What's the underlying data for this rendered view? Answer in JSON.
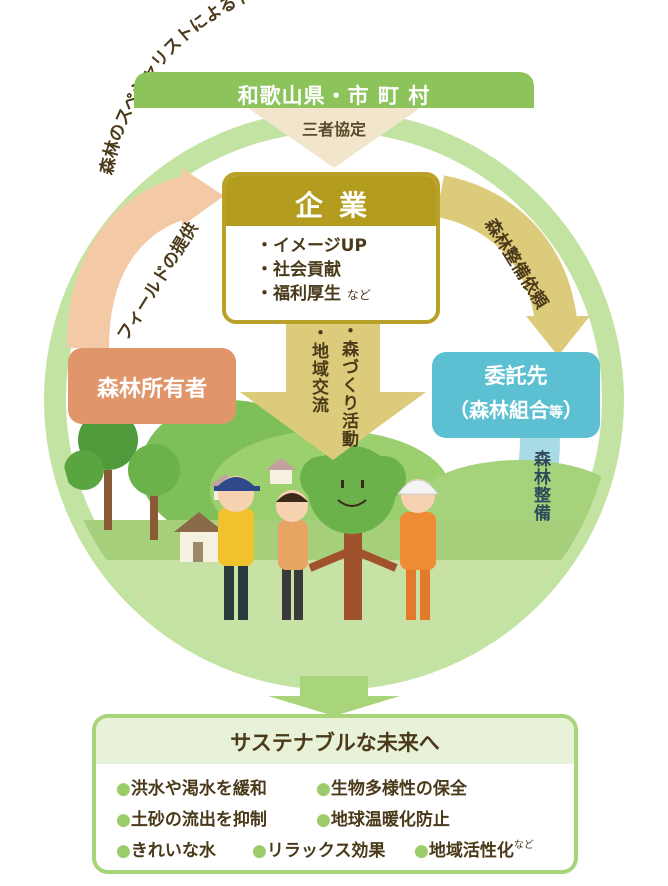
{
  "header": {
    "arc_text": "森林のスペシャリストによるトータルコーディネート",
    "prefecture": "和歌山県・市 町 村",
    "agreement": "三者協定"
  },
  "company": {
    "title": "企業",
    "benefits": [
      "・イメージUP",
      "・社会貢献",
      "・福利厚生"
    ],
    "benefits_suffix": "など"
  },
  "flows": {
    "field_provision": "フィールドの提供",
    "maintenance_request": "森林整備依頼",
    "forest_activities": "・森づくり活動",
    "regional_exchange": "・地域交流",
    "forest_maintenance": "森林整備"
  },
  "owner": {
    "label": "森林所有者"
  },
  "entrusted": {
    "line1": "委託先",
    "line2_main": "（森林組合",
    "line2_small": "等",
    "line2_close": "）"
  },
  "future": {
    "title": "サステナブルな未来へ",
    "effects": [
      "洪水や渇水を緩和",
      "生物多様性の保全",
      "土砂の流出を抑制",
      "地球温暖化防止",
      "きれいな水",
      "リラックス効果",
      "地域活性化"
    ],
    "bullet": "●",
    "last_suffix": "など"
  },
  "colors": {
    "ring": "#c3e3a3",
    "band": "#8cc35a",
    "company_gold": "#b49c1e",
    "owner_orange": "#e0956a",
    "entrusted_blue": "#5cc0d2",
    "peach_arrow": "#f3c9a6",
    "khaki_arrow": "#dccb7a",
    "lightblue_arrow": "#a9dbe6"
  }
}
